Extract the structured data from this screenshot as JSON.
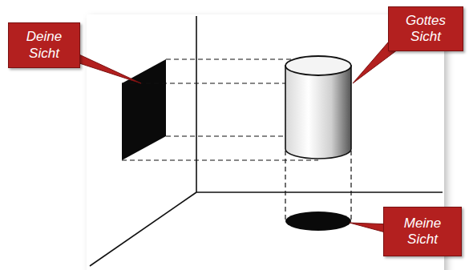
{
  "diagram": {
    "nodes": [
      {
        "text": [
          "Deine Sicht"
        ]
      },
      {
        "text": [
          "Gottes Sicht"
        ]
      },
      {
        "text": [
          "Meine Sicht"
        ]
      }
    ]
  }
}
